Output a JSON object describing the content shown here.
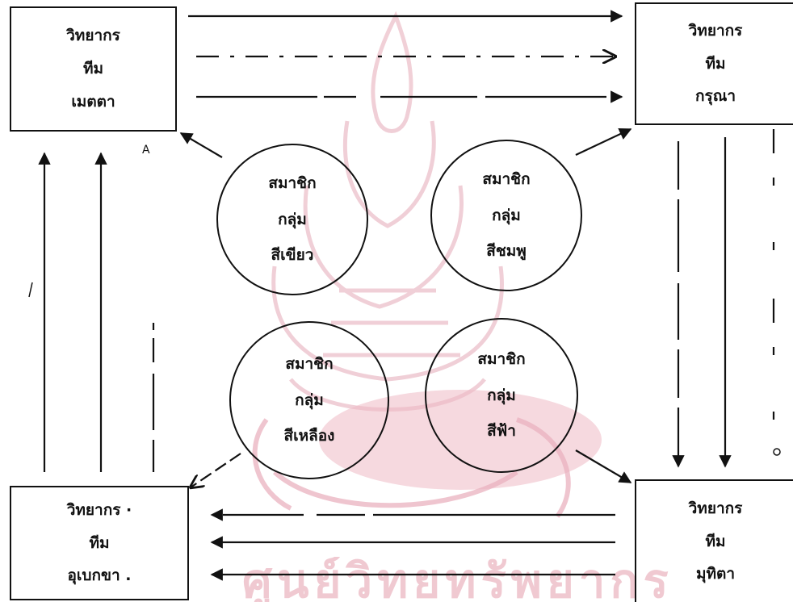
{
  "teams": {
    "metta": {
      "lines": [
        "วิทยากร",
        "ทีม",
        "เมตตา"
      ]
    },
    "karuna": {
      "lines": [
        "วิทยากร",
        "ทีม",
        "กรุณา"
      ]
    },
    "ubekkha": {
      "lines": [
        "วิทยากร ·",
        "ทีม",
        "อุเบกขา ."
      ]
    },
    "mutita": {
      "lines": [
        "วิทยากร",
        "ทีม",
        "มุทิตา"
      ]
    }
  },
  "groups": {
    "green": {
      "lines": [
        "สมาชิก",
        "กลุ่ม",
        "สีเขียว"
      ]
    },
    "pink": {
      "lines": [
        "สมาชิก",
        "กลุ่ม",
        "สีชมพู"
      ]
    },
    "yellow": {
      "lines": [
        "สมาชิก",
        "กลุ่ม",
        "สีเหลือง"
      ]
    },
    "blue": {
      "lines": [
        "สมาชิก",
        "กลุ่ม",
        "สีฟ้า"
      ]
    }
  },
  "colors": {
    "ink": "#111111",
    "watermark": "#e7a6b4",
    "watermark_text": "#f0c9d1"
  },
  "watermark": {
    "text": "ศูนย์วิทยทรัพยากร"
  }
}
